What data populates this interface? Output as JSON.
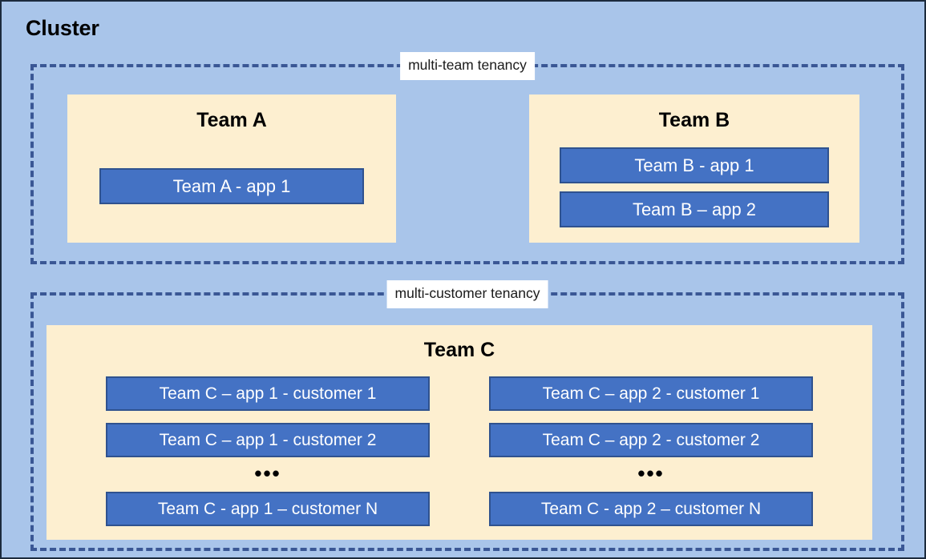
{
  "cluster": {
    "title": "Cluster",
    "background_color": "#a9c5ea",
    "border_color": "#1c2b3d"
  },
  "groups": {
    "multi_team": {
      "label": "multi-team tenancy",
      "border_color": "#3a5795",
      "teams": [
        {
          "name": "Team A",
          "panel_color": "#fdefd0",
          "apps": [
            {
              "label": "Team A - app 1"
            }
          ]
        },
        {
          "name": "Team B",
          "panel_color": "#fdefd0",
          "apps": [
            {
              "label": "Team B - app 1"
            },
            {
              "label": "Team B – app 2"
            }
          ]
        }
      ]
    },
    "multi_customer": {
      "label": "multi-customer tenancy",
      "border_color": "#3a5795",
      "teams": [
        {
          "name": "Team C",
          "panel_color": "#fdefd0",
          "ellipsis": "•••",
          "columns": [
            {
              "app": "app 1",
              "instances": [
                {
                  "label": "Team C – app 1 - customer 1"
                },
                {
                  "label": "Team C – app 1 - customer 2"
                },
                {
                  "label": "Team C - app 1 – customer N"
                }
              ]
            },
            {
              "app": "app 2",
              "instances": [
                {
                  "label": "Team C – app 2 - customer 1"
                },
                {
                  "label": "Team C – app 2 - customer 2"
                },
                {
                  "label": "Team C - app 2 – customer N"
                }
              ]
            }
          ]
        }
      ]
    }
  },
  "colors": {
    "app_box_fill": "#4472c4",
    "app_box_border": "#2f528f",
    "team_panel": "#fdefd0",
    "cluster_background": "#a9c5ea",
    "dashed_border": "#3a5795",
    "label_background": "#ffffff"
  }
}
